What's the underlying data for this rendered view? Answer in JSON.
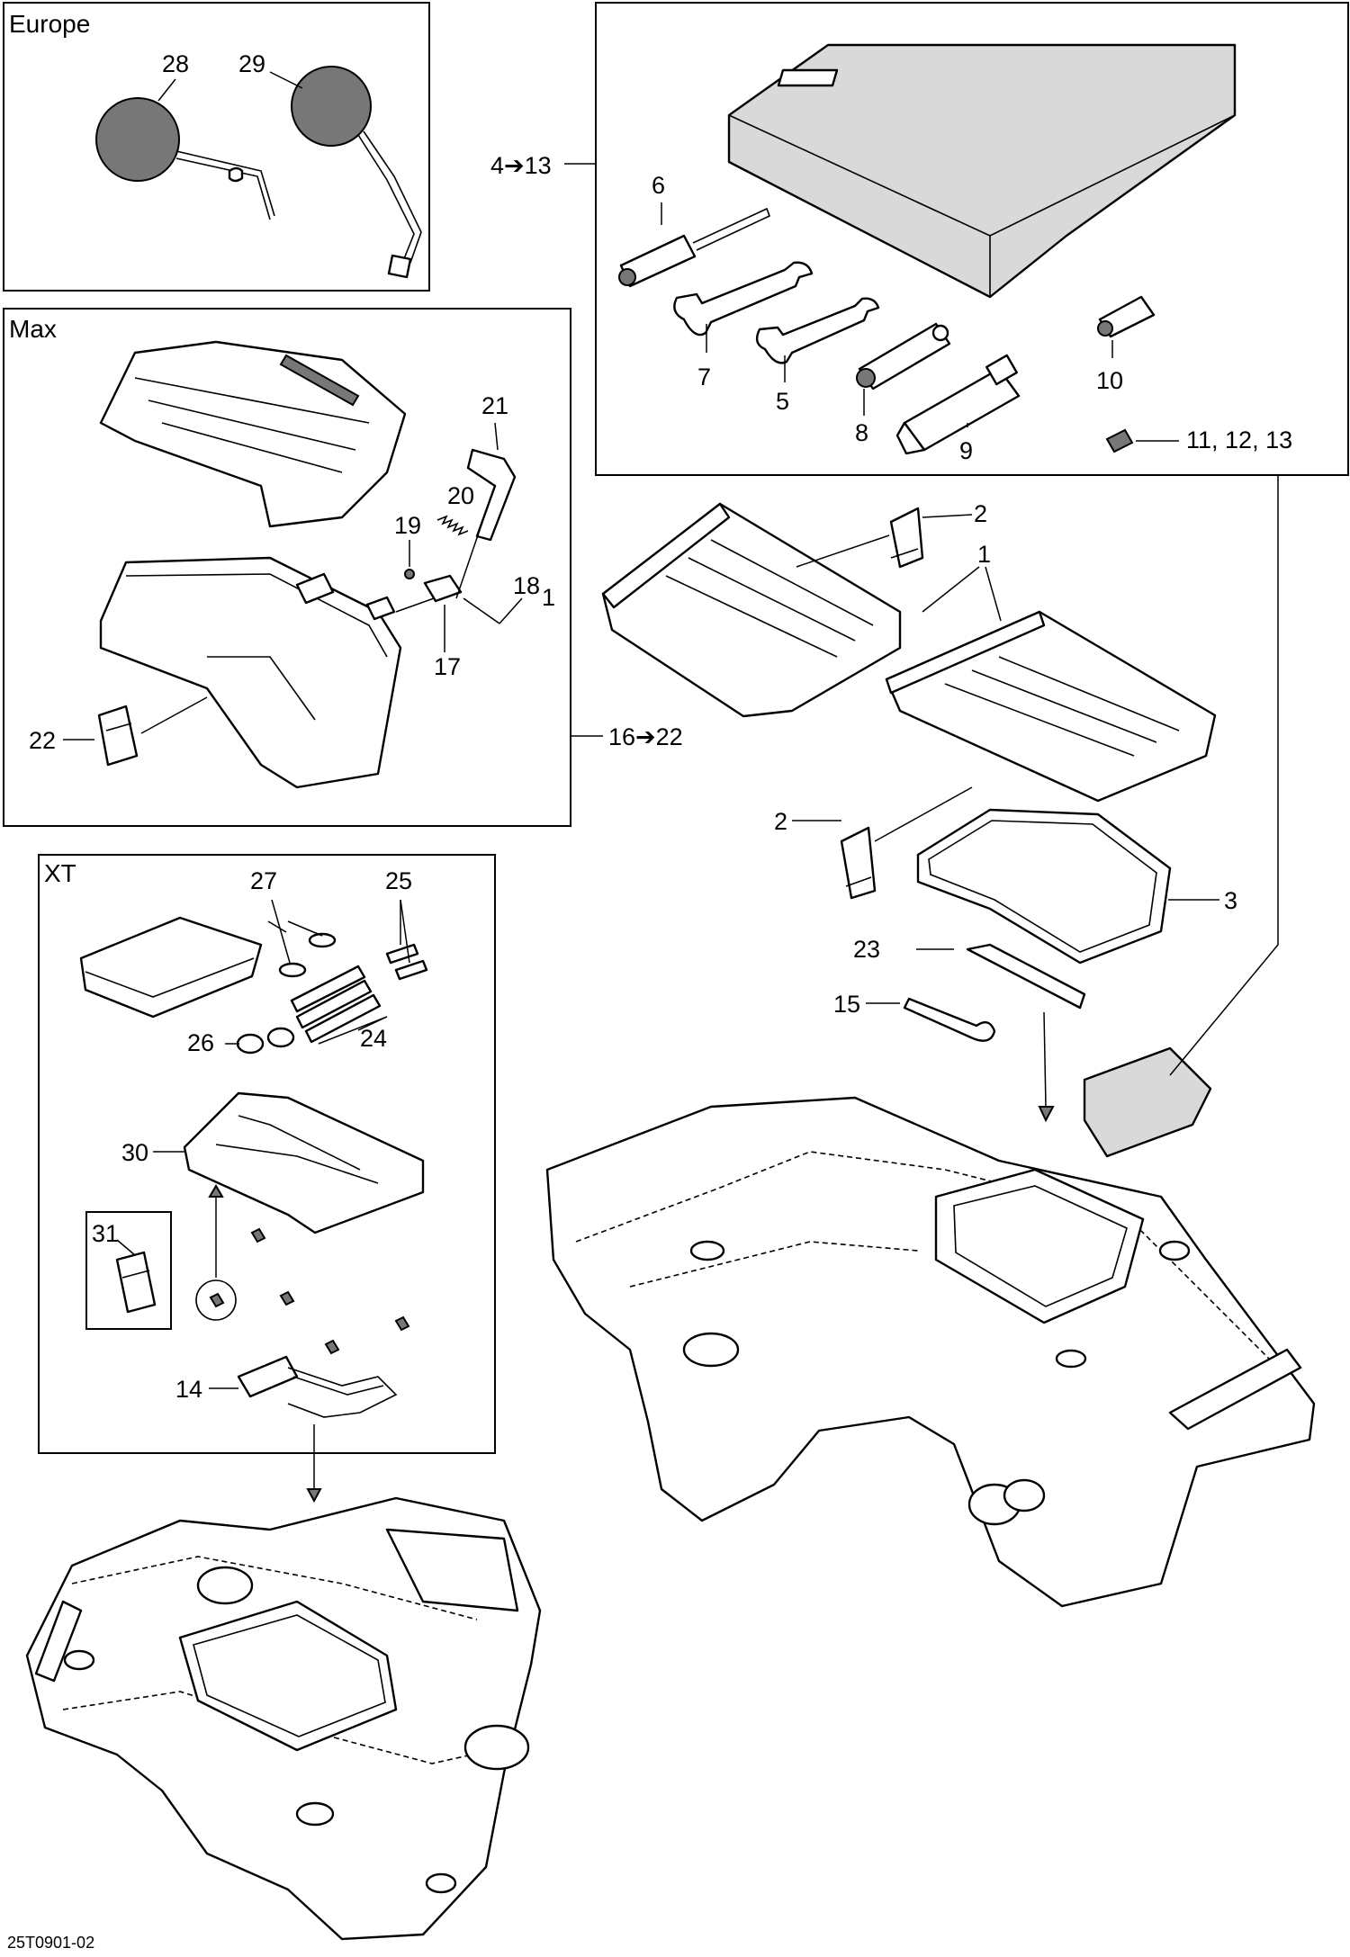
{
  "sections": {
    "europe": "Europe",
    "max": "Max",
    "xt": "XT"
  },
  "labels": {
    "p1": "1",
    "p2a": "2",
    "p2b": "2",
    "p3": "3",
    "p4_13": "4➔13",
    "p5": "5",
    "p6": "6",
    "p7": "7",
    "p8": "8",
    "p9": "9",
    "p10": "10",
    "p11_13": "11, 12, 13",
    "p14": "14",
    "p15": "15",
    "p16_22": "16➔22",
    "p17": "17",
    "p18": "18",
    "p18_suffix": "1",
    "p19": "19",
    "p20": "20",
    "p21": "21",
    "p22": "22",
    "p23": "23",
    "p24": "24",
    "p25": "25",
    "p26": "26",
    "p27": "27",
    "p28": "28",
    "p29": "29",
    "p30": "30",
    "p31": "31"
  },
  "reference_code": "25T0901-02"
}
